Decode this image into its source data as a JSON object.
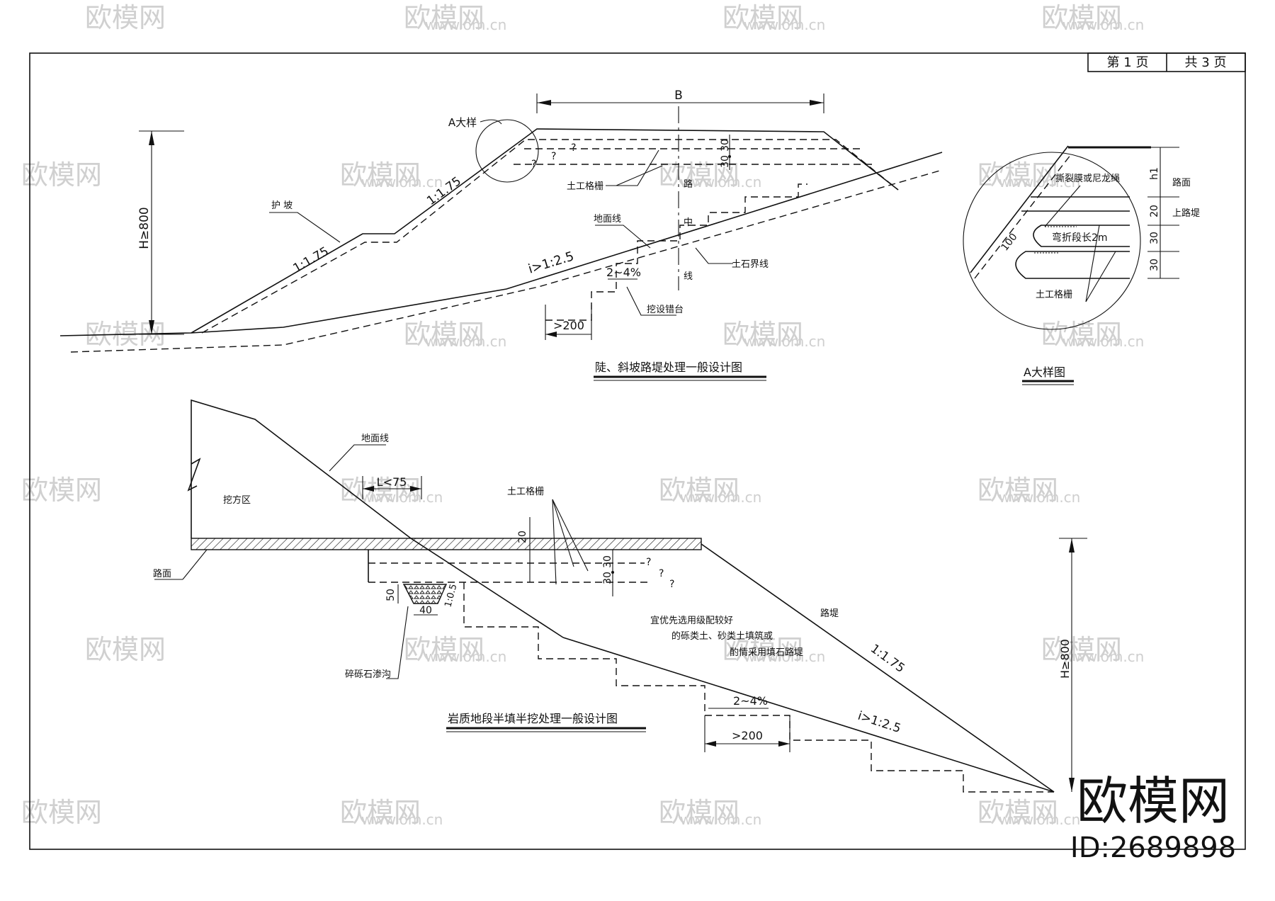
{
  "title_block": {
    "page": "第 1 页",
    "total": "共 3 页"
  },
  "diagram1": {
    "title": "陡、斜坡路堤处理一般设计图",
    "width_label": "B",
    "height_label": "H≥800",
    "detail_ref": "A大样",
    "slope_upper": "1:1.75",
    "slope_lower": "1:1.75",
    "protection": "护  坡",
    "ground_slope": "i>1:2.5",
    "crossfall": "2~4%",
    "step_width": ">200",
    "geogrid": "土工格栅",
    "ground_line": "地面线",
    "soil_rock_line": "土石界线",
    "step_note": "挖设错台",
    "centerline": [
      "路",
      "中",
      "线"
    ],
    "spacing_30": "30",
    "q_mark": "?"
  },
  "detail_a": {
    "title": "A大样图",
    "film": "撕裂膜或尼龙绳",
    "fold": "弯折段长2m",
    "geogrid": "土工格栅",
    "pavement": "路面",
    "upper_emb": "上路堤",
    "h1": "h1",
    "d20": "20",
    "d30a": "30",
    "d30b": "30",
    "d100": "100"
  },
  "diagram2": {
    "title": "岩质地段半填半挖处理一般设计图",
    "ground_line": "地面线",
    "cut_zone": "挖方区",
    "L": "L<75",
    "geogrid": "土工格栅",
    "pavement": "路面",
    "drain": "碎砾石渗沟",
    "d20": "20",
    "d30": "30",
    "d50": "50",
    "d40": "40",
    "d105": "1:0.5",
    "note1": "宜优先选用级配较好",
    "note2": "的砾类土、砂类土填筑或",
    "note3": "酌情采用填石路堤",
    "embankment": "路堤",
    "slope": "1:1.75",
    "ground_slope": "i>1:2.5",
    "crossfall": "2~4%",
    "step_width": ">200",
    "height_label": "H≥800",
    "q_mark": "?"
  },
  "watermark": {
    "brand": "欧模网",
    "url": "www.om.cn",
    "id": "ID:2689898"
  }
}
